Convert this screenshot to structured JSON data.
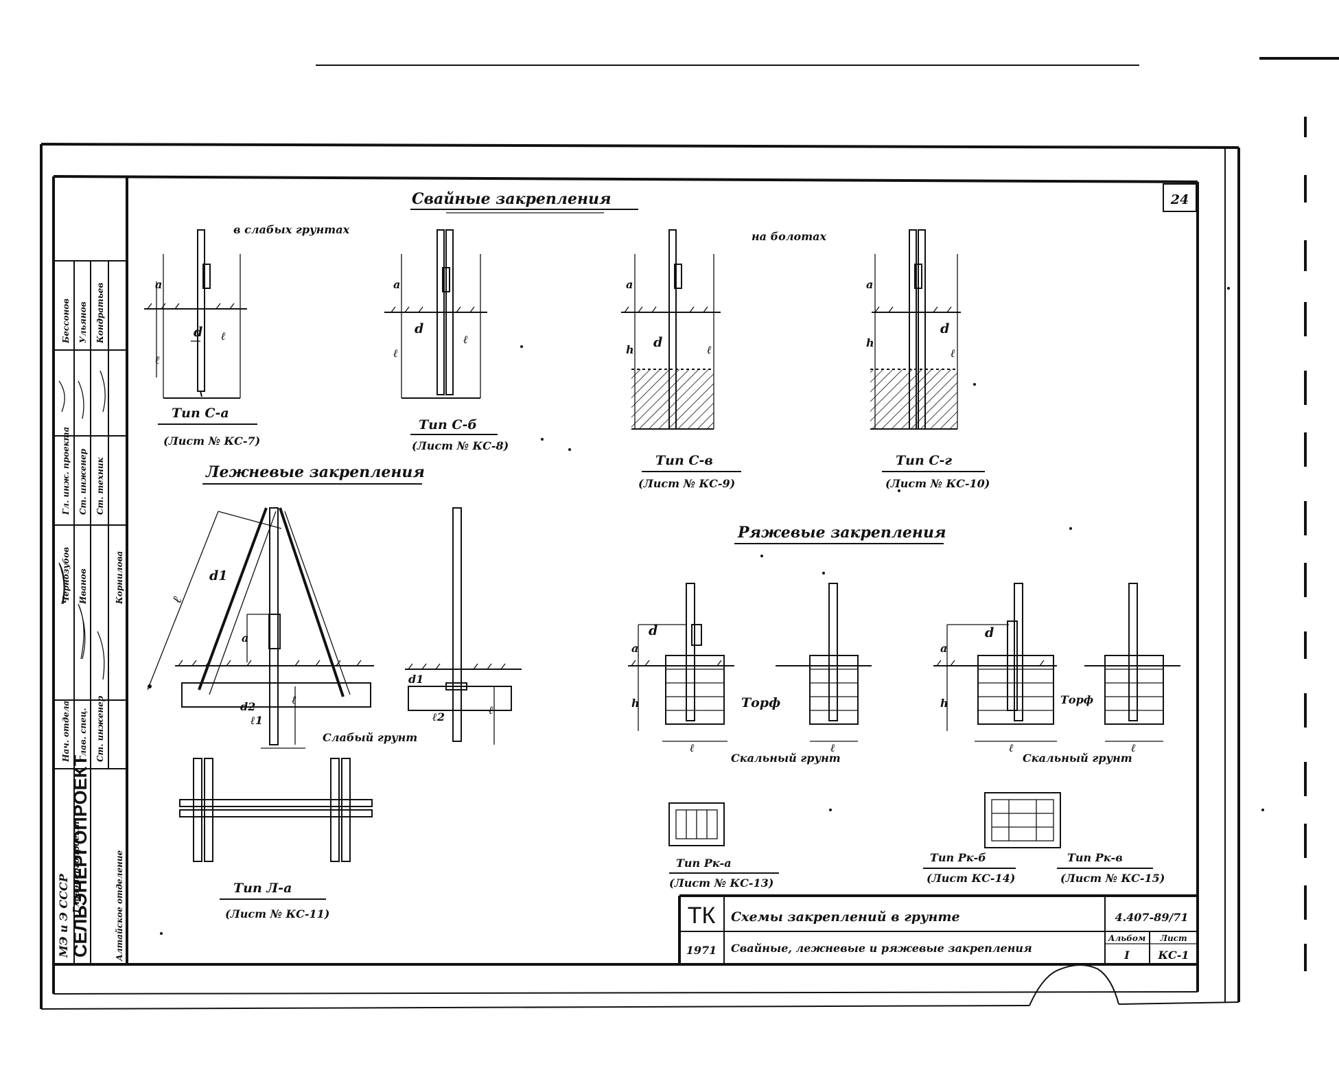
{
  "sheet": {
    "page_number": "24",
    "organization": "СЕЛЬЭНЕРГОПРОЕКТ",
    "organization_line1": "МЭ и Э СССР",
    "organization_line2": "Главэнергопроект",
    "organization_line3": "Алтайское отделение"
  },
  "headings": {
    "pile": "Свайные закрепления",
    "pile_weak": "в слабых грунтах",
    "pile_swamp": "на болотах",
    "lying": "Лежневые закрепления",
    "crib": "Ряжевые закрепления"
  },
  "captions": [
    {
      "type": "Тип С-а",
      "ref": "(Лист № КС-7)"
    },
    {
      "type": "Тип С-б",
      "ref": "(Лист № КС-8)"
    },
    {
      "type": "Тип С-в",
      "ref": "(Лист № КС-9)"
    },
    {
      "type": "Тип С-г",
      "ref": "(Лист № КС-10)"
    },
    {
      "type": "Тип Л-а",
      "ref": "(Лист № КС-11)"
    },
    {
      "type": "Тип Рк-а",
      "ref": "(Лист № КС-13)"
    },
    {
      "type": "Тип Рк-б",
      "ref": "(Лист КС-14)"
    },
    {
      "type": "Тип Рк-в",
      "ref": "(Лист № КС-15)"
    }
  ],
  "labels": {
    "d": "d",
    "d1": "d1",
    "d2": "d2",
    "l": "ℓ",
    "l1": "ℓ1",
    "l2": "ℓ2",
    "a": "а",
    "h": "h",
    "peat": "Торф",
    "weak_soil": "Слабый грунт",
    "firm_soil": "Скальный грунт"
  },
  "stamp": {
    "code": "ТК",
    "title": "Схемы закреплений в грунте",
    "subtitle": "Свайные, лежневые и ряжевые закрепления",
    "doc_number": "4.407-89/71",
    "year": "1971",
    "album_label": "Альбом",
    "album": "I",
    "sheet_label": "Лист",
    "sheet": "КС-1"
  },
  "signatures": [
    {
      "role": "Нач. отдела",
      "name": "Иванов"
    },
    {
      "role": "Глав. спец.",
      "name": "Чернозубов"
    },
    {
      "role": "Ст. инженер",
      "name": "Корнилова"
    },
    {
      "role": "Гл. инж. проекта",
      "name": "Бессонов"
    },
    {
      "role": "Ст. инженер",
      "name": "Ульянов"
    },
    {
      "role": "Ст. техник",
      "name": "Кондратьев"
    }
  ]
}
